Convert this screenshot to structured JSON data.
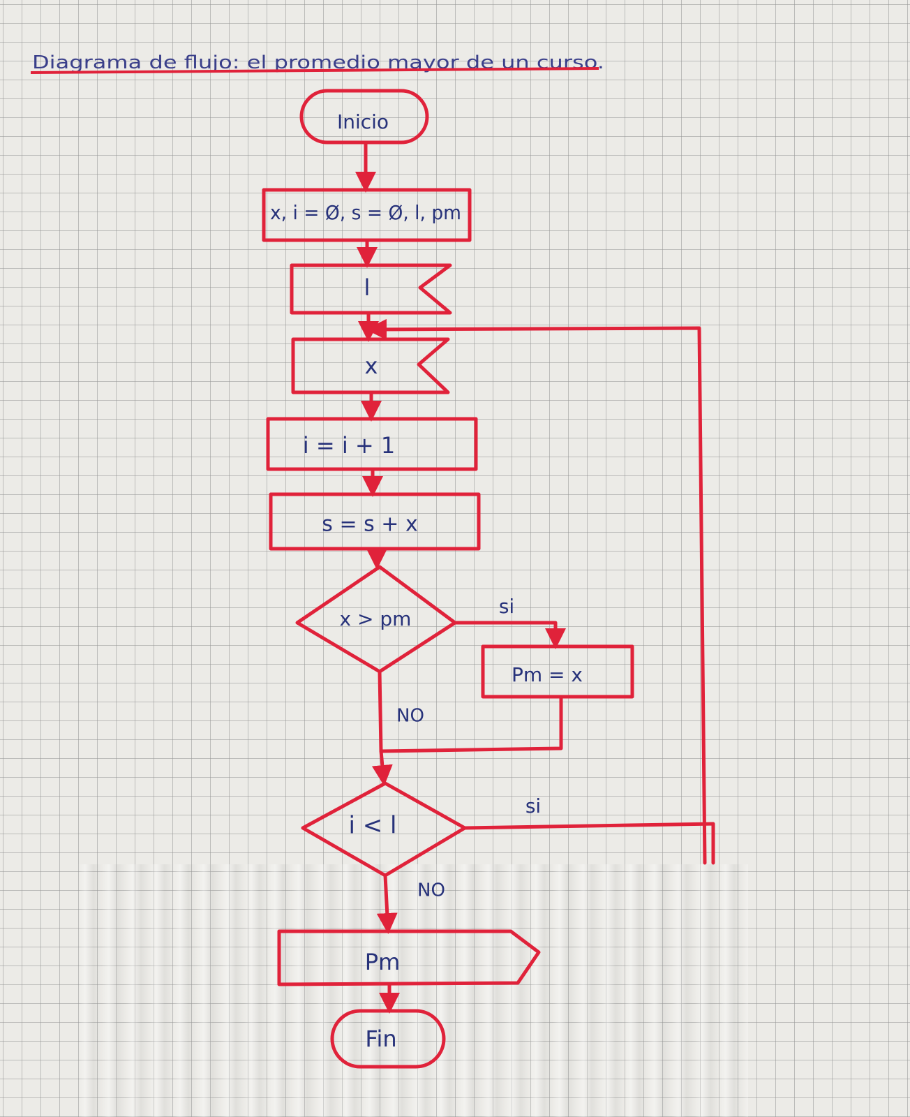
{
  "title": "Diagrama de flujo: el promedio mayor de un curso.",
  "colors": {
    "stroke": "#e0223a",
    "ink": "#27327a",
    "title_ink": "#3a3f8a"
  },
  "nodes": {
    "start": "Inicio",
    "init": "x, i = Ø, s = Ø, l, pm",
    "read_l": "l",
    "read_x": "x",
    "increment": "i = i + 1",
    "accumulate": "s = s + x",
    "cond_pm": "x > pm",
    "assign_pm": "Pm = x",
    "cond_loop": "i < l",
    "output": "Pm",
    "end": "Fin"
  },
  "edges": {
    "cond_pm_yes": "si",
    "cond_pm_no": "NO",
    "cond_loop_yes": "si",
    "cond_loop_no": "NO"
  }
}
